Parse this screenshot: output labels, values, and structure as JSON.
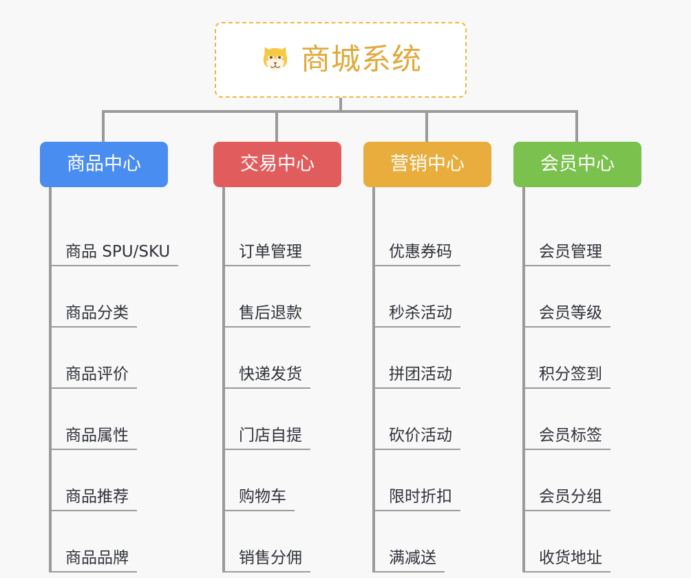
{
  "background_color": "#f8f8f8",
  "root": {
    "icon": "shiba-dog-face-icon",
    "title": "商城系统",
    "title_color": "#e0a93c",
    "border_color": "#eab93f",
    "background_color": "#ffffff"
  },
  "connector_color": "#9a9a9a",
  "columns": [
    {
      "label": "商品中心",
      "color": "#4a8df0",
      "leaves": [
        "商品 SPU/SKU",
        "商品分类",
        "商品评价",
        "商品属性",
        "商品推荐",
        "商品品牌"
      ]
    },
    {
      "label": "交易中心",
      "color": "#e15d5d",
      "leaves": [
        "订单管理",
        "售后退款",
        "快递发货",
        "门店自提",
        "购物车",
        "销售分佣"
      ]
    },
    {
      "label": "营销中心",
      "color": "#e8ad3c",
      "leaves": [
        "优惠券码",
        "秒杀活动",
        "拼团活动",
        "砍价活动",
        "限时折扣",
        "满减送"
      ]
    },
    {
      "label": "会员中心",
      "color": "#7ac14d",
      "leaves": [
        "会员管理",
        "会员等级",
        "积分签到",
        "会员标签",
        "会员分组",
        "收货地址"
      ]
    }
  ]
}
